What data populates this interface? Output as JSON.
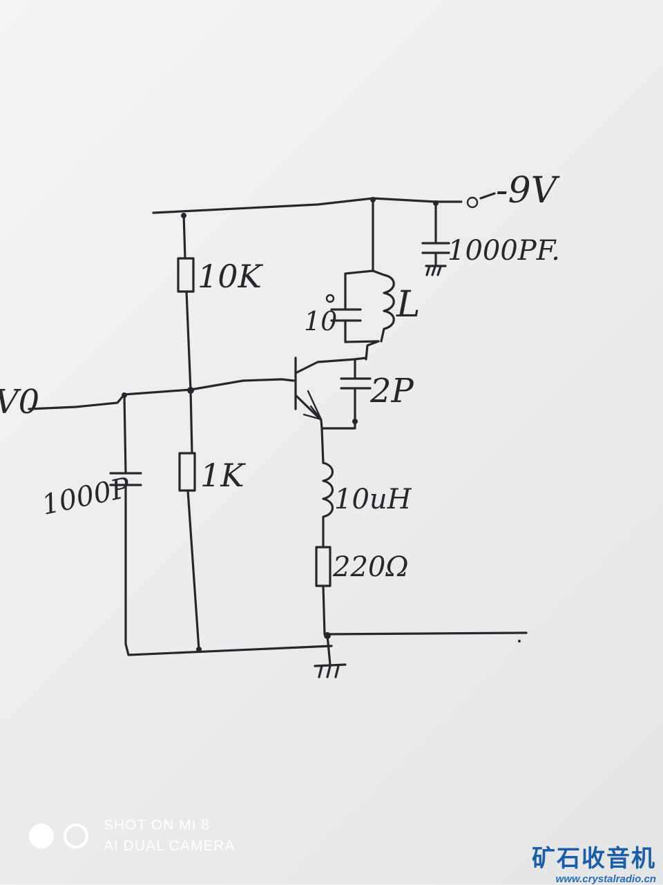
{
  "labels": {
    "supply": "-9V",
    "input": "V0",
    "r_top": "10K",
    "r_bottom": "1K",
    "c_input": "1000P",
    "c_supply": "1000PF.",
    "c_tank": "10",
    "tank_inductor": "L",
    "c_feedback": "2P",
    "choke": "10uH",
    "r_emitter": "220Ω"
  },
  "watermark": {
    "line1": "SHOT ON MI 8",
    "line2": "AI DUAL CAMERA",
    "site_name": "矿石收音机",
    "site_url": "www.crystalradio.cn"
  }
}
